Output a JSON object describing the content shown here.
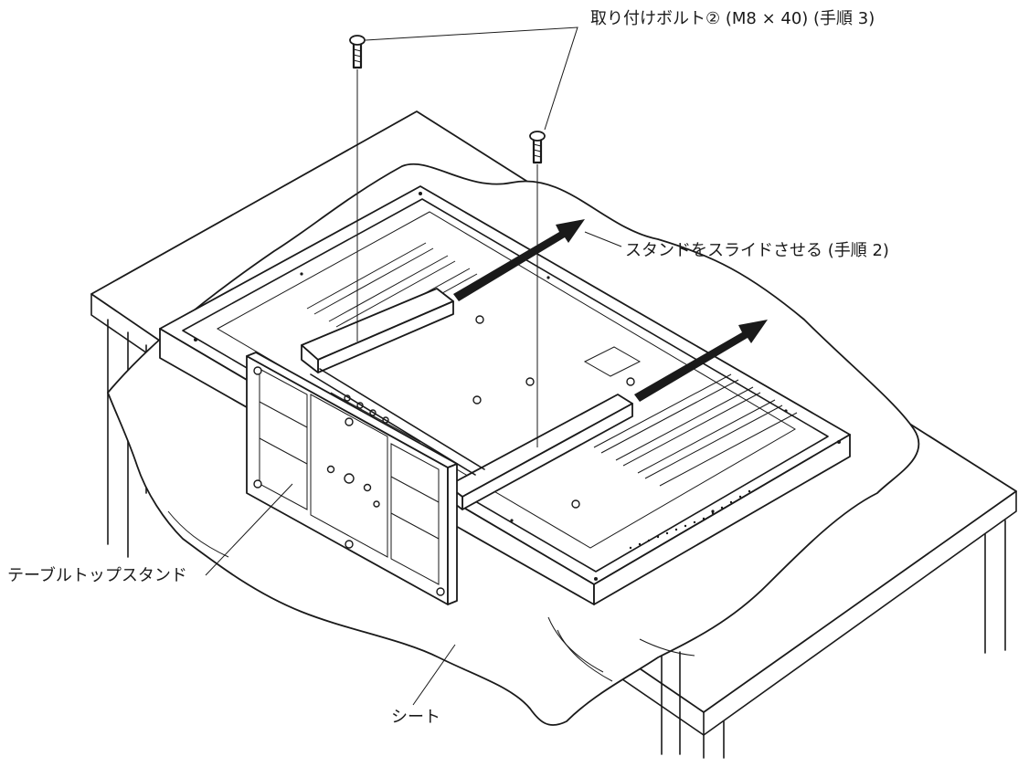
{
  "labels": {
    "bolt": "取り付けボルト② (M8 × 40) (手順 3)",
    "slide": "スタンドをスライドさせる (手順 2)",
    "stand": "テーブルトップスタンド",
    "sheet": "シート"
  },
  "colors": {
    "line": "#1a1a1a",
    "background": "#ffffff"
  }
}
